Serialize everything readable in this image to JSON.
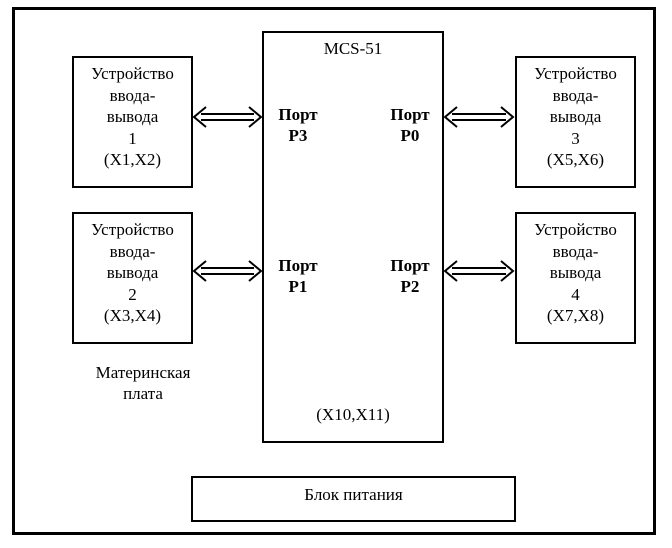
{
  "mcu": {
    "title": "MCS-51",
    "connectors": "(X10,X11)"
  },
  "ports": {
    "p3": {
      "word": "Порт",
      "name": "P3"
    },
    "p0": {
      "word": "Порт",
      "name": "P0"
    },
    "p1": {
      "word": "Порт",
      "name": "P1"
    },
    "p2": {
      "word": "Порт",
      "name": "P2"
    }
  },
  "devices": [
    {
      "l1": "Устройство",
      "l2": "ввода-",
      "l3": "вывода",
      "num": "1",
      "conn": "(X1,X2)"
    },
    {
      "l1": "Устройство",
      "l2": "ввода-",
      "l3": "вывода",
      "num": "2",
      "conn": "(X3,X4)"
    },
    {
      "l1": "Устройство",
      "l2": "ввода-",
      "l3": "вывода",
      "num": "3",
      "conn": "(X5,X6)"
    },
    {
      "l1": "Устройство",
      "l2": "ввода-",
      "l3": "вывода",
      "num": "4",
      "conn": "(X7,X8)"
    }
  ],
  "motherboard": {
    "l1": "Материнская",
    "l2": "плата"
  },
  "power": {
    "label": "Блок питания"
  }
}
